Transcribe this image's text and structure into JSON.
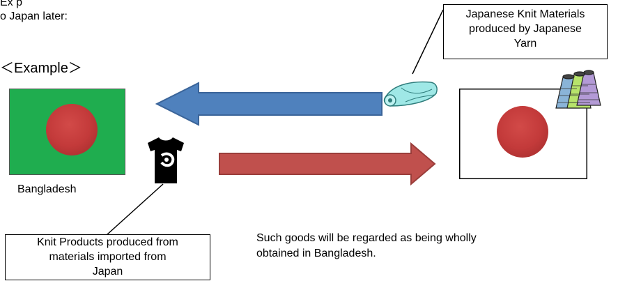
{
  "header": {
    "line1": "Ex p",
    "line2": "o Japan later:"
  },
  "example_label": "＜Example＞",
  "countries": {
    "origin": "Bangladesh"
  },
  "callouts": {
    "materials": [
      "Japanese Knit Materials",
      "produced by Japanese",
      "Yarn"
    ],
    "products": [
      "Knit Products produced from",
      "materials imported from",
      "Japan"
    ]
  },
  "conclusion": [
    "Such goods will be regarded as being wholly",
    "obtained in Bangladesh."
  ],
  "colors": {
    "bangladesh_green": "#1fad4f",
    "sun_red": "#c33a3a",
    "arrow_blue": "#4f81bd",
    "arrow_red": "#c0504d"
  },
  "icons": {
    "materials": "fabric-roll-icon",
    "yarn": "yarn-spools-icon",
    "product": "t-shirt-icon"
  }
}
